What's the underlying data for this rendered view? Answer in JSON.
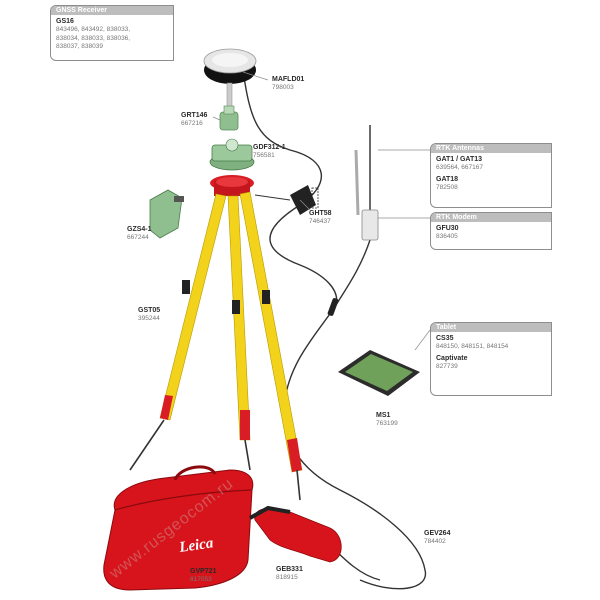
{
  "callouts": {
    "gnss": {
      "header": "GNSS Receiver",
      "name": "GS16",
      "numbers": "843496, 843492, 838033,\n838034, 838033, 838036,\n838037, 838039"
    },
    "rtk_antennas": {
      "header": "RTK Antennas",
      "name1": "GAT1 / GAT13",
      "num1": "639564, 667167",
      "name2": "GAT18",
      "num2": "782508"
    },
    "rtk_modem": {
      "header": "RTK Modem",
      "name": "GFU30",
      "num": "836405"
    },
    "tablet": {
      "header": "Tablet",
      "name1": "CS35",
      "num1": "848150, 848151, 848154",
      "name2": "Captivate",
      "num2": "827739"
    }
  },
  "labels": {
    "mafs": {
      "name": "MAFLD01",
      "code": "798003"
    },
    "grt146": {
      "name": "GRT146",
      "code": "667216"
    },
    "gdf": {
      "name": "GDF312-1",
      "code": "756581"
    },
    "ghr": {
      "name": "GHT58",
      "code": "746437"
    },
    "gzs": {
      "name": "GZS4-1",
      "code": "667244"
    },
    "gst05": {
      "name": "GST05",
      "code": "395244"
    },
    "ms1": {
      "name": "MS1",
      "code": "763199"
    },
    "gev264": {
      "name": "GEV264",
      "code": "784402"
    },
    "gvp721": {
      "name": "GVP721",
      "code": "817053"
    },
    "geb331": {
      "name": "GEB331",
      "code": "818915"
    }
  },
  "case_brand": "Leica",
  "watermark": "www.rusgeocom.ru",
  "colors": {
    "tripod_yellow": "#f2d21a",
    "tripod_red": "#d81e24",
    "case_red": "#d7141b",
    "callout_header": "#bdbdbd"
  }
}
